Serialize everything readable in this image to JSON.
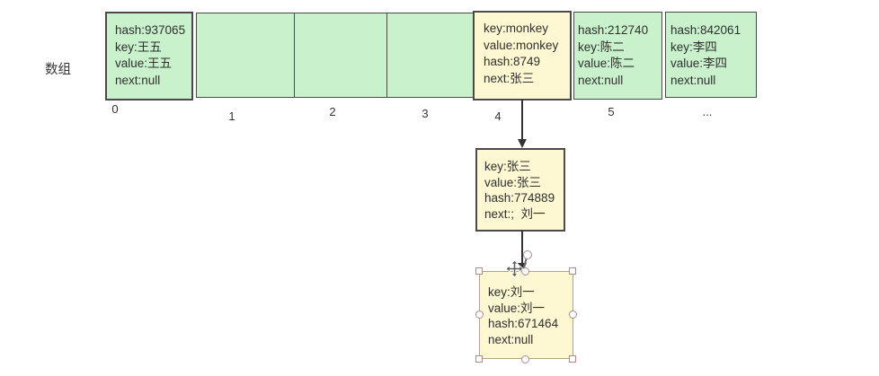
{
  "labels": {
    "array_label": "数组"
  },
  "colors": {
    "cell_green": "#c9f2cc",
    "cell_yellow": "#fdf8d2",
    "cell_border": "#4a4a4a",
    "node_border_selected": "#b3a578",
    "connector": "#333333",
    "handle_outline": "#ad8a92"
  },
  "array": {
    "indices": [
      "0",
      "1",
      "2",
      "3",
      "4",
      "5",
      "..."
    ],
    "cells": [
      {
        "index": "0",
        "lines": [
          "hash:937065",
          "key:王五",
          "value:王五",
          "next:null"
        ]
      },
      {
        "index": "1",
        "lines": []
      },
      {
        "index": "2",
        "lines": []
      },
      {
        "index": "3",
        "lines": []
      },
      {
        "index": "4",
        "lines": [
          "key:monkey",
          "value:monkey",
          "hash:8749",
          "next:张三"
        ]
      },
      {
        "index": "5",
        "lines": [
          "hash:212740",
          "key:陈二",
          "value:陈二",
          "next:null"
        ]
      },
      {
        "index": "...",
        "lines": [
          "hash:842061",
          "key:李四",
          "value:李四",
          "next:null"
        ]
      }
    ]
  },
  "nodes": [
    {
      "id": "zhangsan",
      "lines": [
        "key:张三",
        "value:张三",
        "hash:774889",
        "next:;  刘一"
      ]
    },
    {
      "id": "liuyi",
      "lines": [
        "key:刘一",
        "value:刘一",
        "hash:671464",
        "next:null"
      ]
    }
  ]
}
